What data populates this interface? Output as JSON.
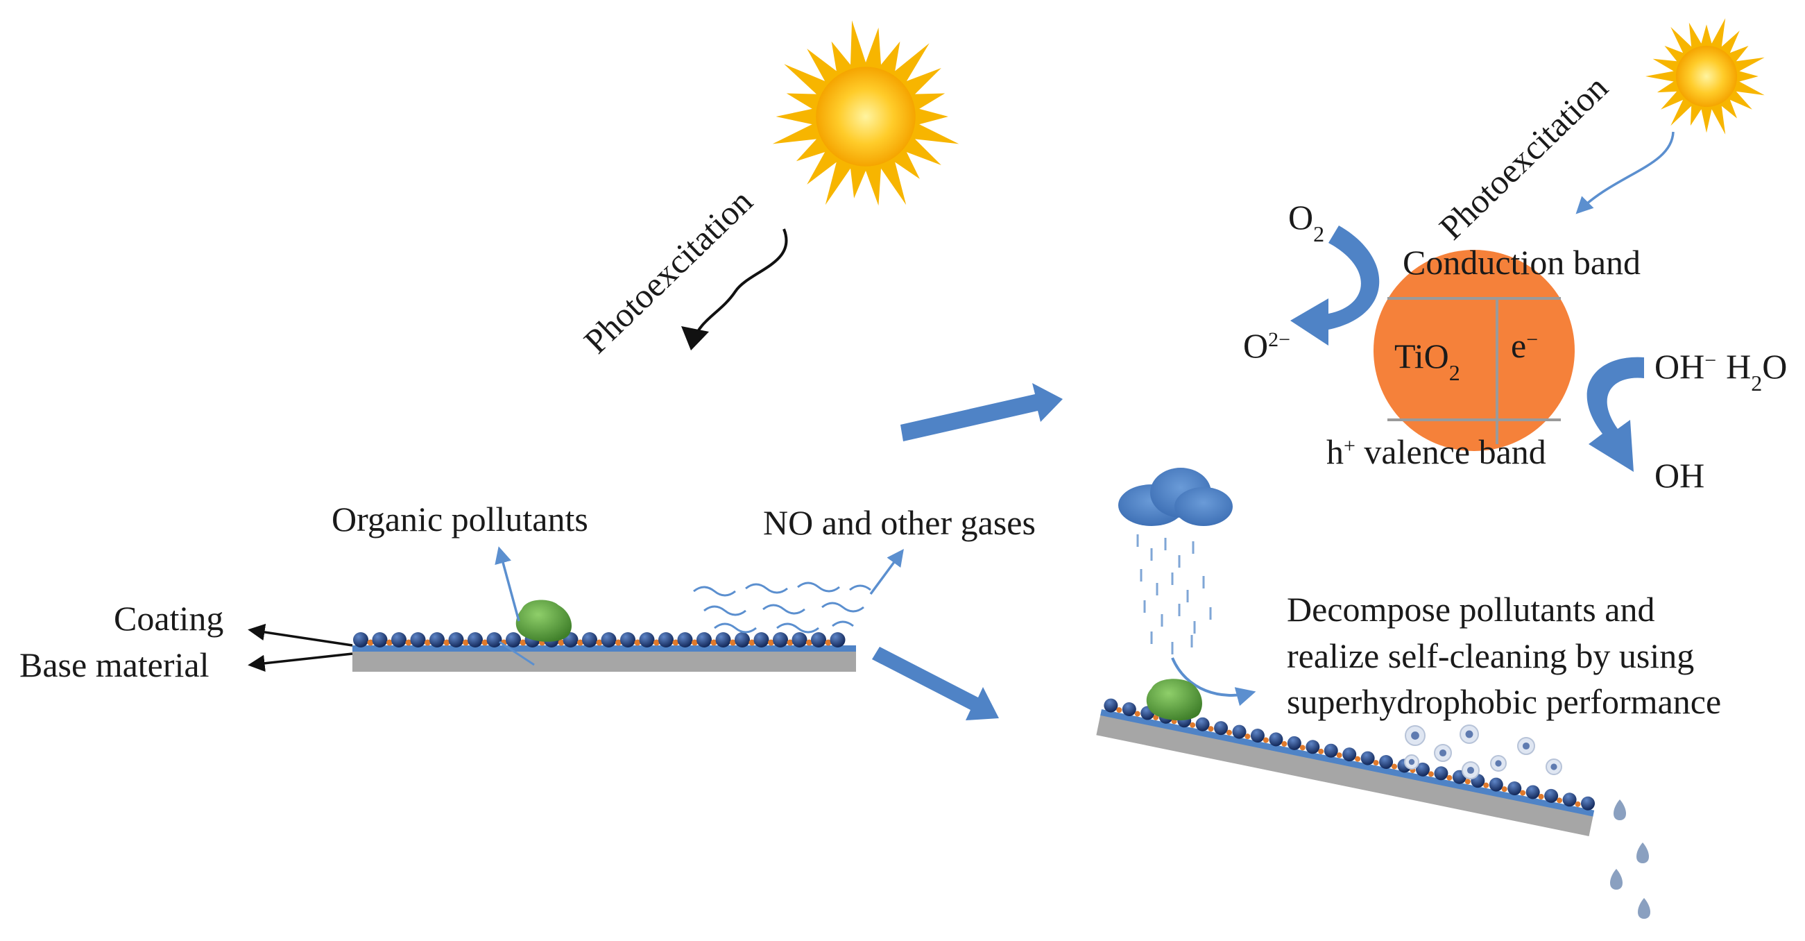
{
  "labels": {
    "photoexcitation_left": "Photoexcitation",
    "photoexcitation_right": "Photoexcitation",
    "o2": "O",
    "o2_sub": "2",
    "o2_minus": "O",
    "o2_minus_sup": "2−",
    "conduction_band": "Conduction band",
    "tio2": "TiO",
    "tio2_sub": "2",
    "electron": "e",
    "electron_sup": "−",
    "oh_minus": "OH",
    "oh_minus_sup": "−",
    "h2o": "H",
    "h2o_sub": "2",
    "h2o_o": "O",
    "hole": "h",
    "hole_sup": "+",
    "valence_band": " valence band",
    "oh": "OH",
    "organic_pollutants": "Organic pollutants",
    "no_gases": "NO and other gases",
    "coating": "Coating",
    "base_material": "Base material",
    "decompose_line1": "Decompose pollutants and",
    "decompose_line2": "realize self-cleaning by using",
    "decompose_line3": "superhydrophobic performance"
  },
  "colors": {
    "sun_core": "#ffc21a",
    "sun_ray": "#f7b500",
    "arrow_blue": "#5b8fcf",
    "tio2_orange": "#f5813a",
    "particle_dark": "#1f3f80",
    "particle_orange": "#e07a2c",
    "substrate": "#a6a6a6",
    "coating_line": "#4f83c6",
    "pollutant_green": "#56a13a",
    "cloud": "#4d82c6",
    "droplet": "#8aa0c0"
  }
}
